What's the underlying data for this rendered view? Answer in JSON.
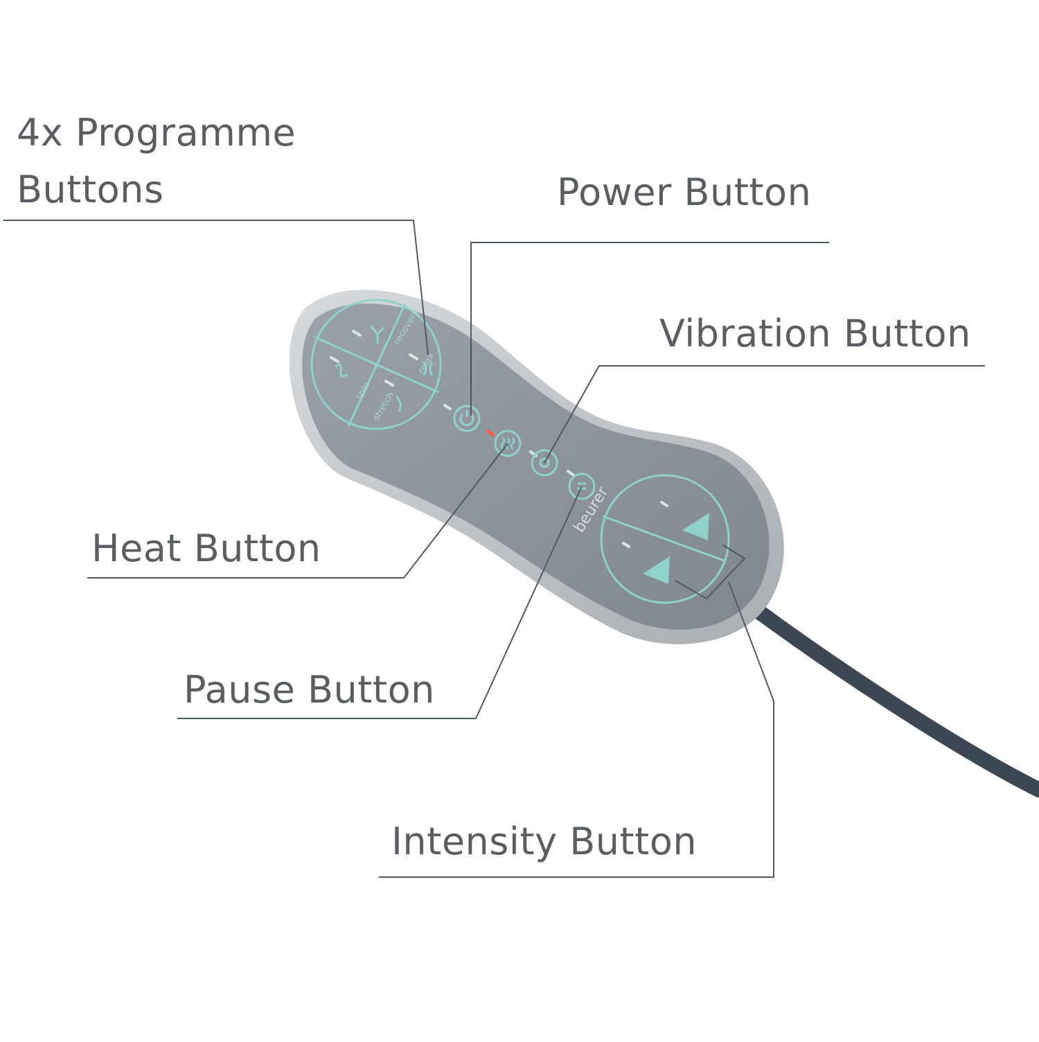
{
  "labels": {
    "programme_line1": "4x Programme",
    "programme_line2": "Buttons",
    "power": "Power Button",
    "vibration": "Vibration Button",
    "heat": "Heat Button",
    "pause": "Pause Button",
    "intensity": "Intensity Button"
  },
  "device": {
    "brand": "beurer",
    "programmes": [
      "recovery",
      "relax",
      "stretch",
      "spin"
    ]
  },
  "colors": {
    "text": "#5a5e63",
    "leader": "#4e5a62",
    "body": "#8d949b",
    "rim": "#c3c7cb",
    "accent": "#8fd2cb",
    "heat_led": "#ff5a3c",
    "cable": "#3c4753"
  }
}
